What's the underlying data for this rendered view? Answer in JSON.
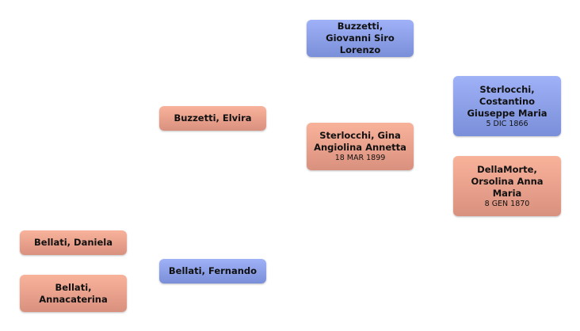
{
  "colors": {
    "female_box": "#f4a891",
    "male_box": "#8ea2eb",
    "background": "#ffffff"
  },
  "people": {
    "giovanni": {
      "name": "Buzzetti, Giovanni Siro Lorenzo",
      "gender": "male",
      "date": ""
    },
    "costantino": {
      "name": "Sterlocchi, Costantino Giuseppe Maria",
      "gender": "male",
      "date": "5 DIC 1866"
    },
    "orsolina": {
      "name": "DellaMorte, Orsolina Anna Maria",
      "gender": "female",
      "date": "8 GEN 1870"
    },
    "gina": {
      "name": "Sterlocchi, Gina Angiolina Annetta",
      "gender": "female",
      "date": "18 MAR 1899"
    },
    "elvira": {
      "name": "Buzzetti, Elvira",
      "gender": "female",
      "date": ""
    },
    "daniela": {
      "name": "Bellati, Daniela",
      "gender": "female",
      "date": ""
    },
    "annacaterina": {
      "name": "Bellati, Annacaterina",
      "gender": "female",
      "date": ""
    },
    "fernando": {
      "name": "Bellati, Fernando",
      "gender": "male",
      "date": ""
    }
  }
}
